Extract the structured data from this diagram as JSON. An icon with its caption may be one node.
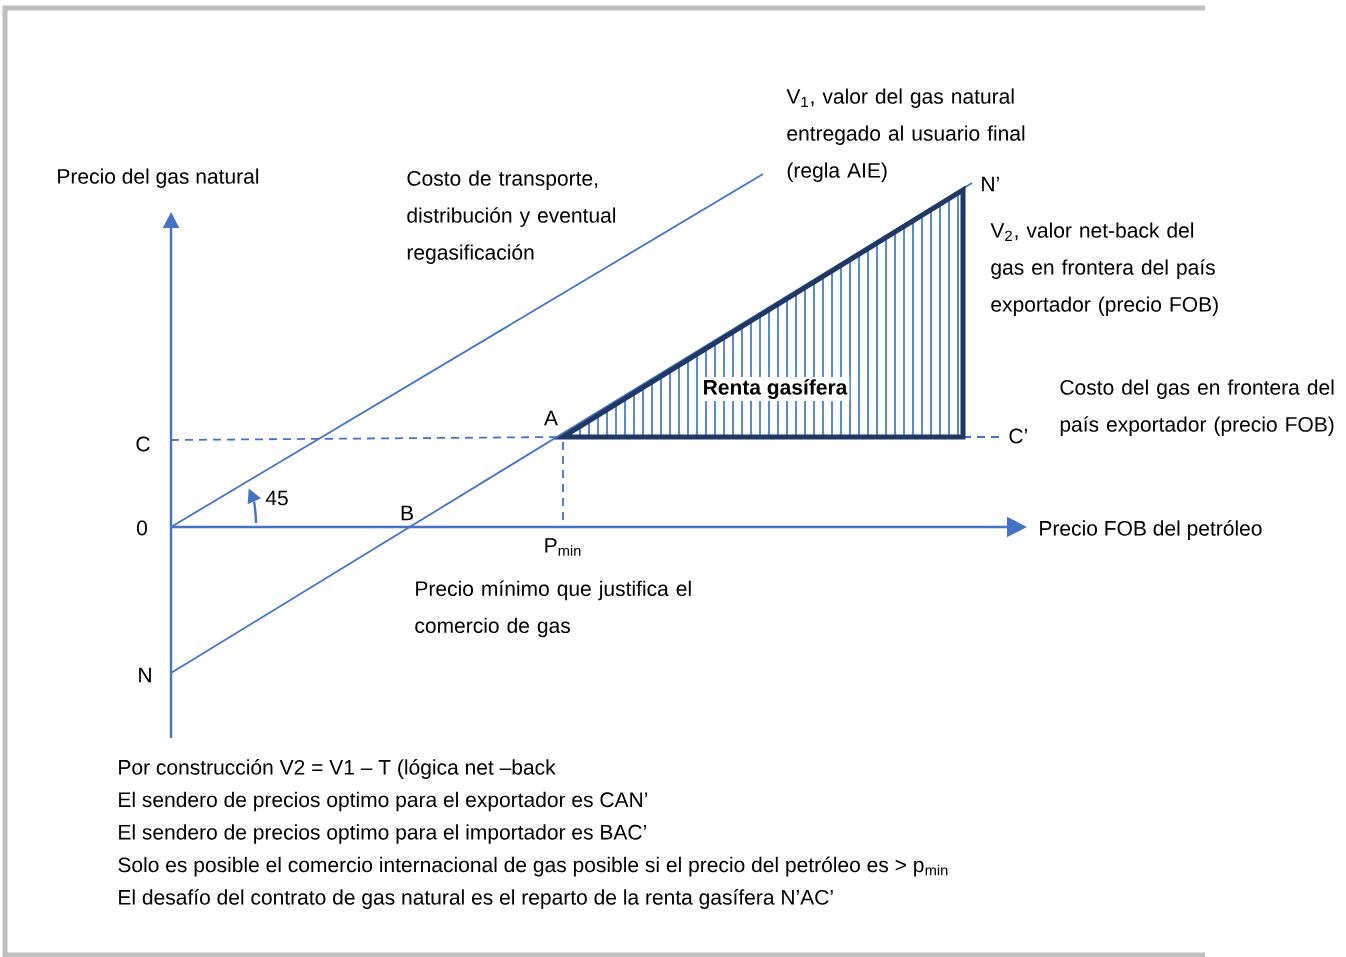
{
  "diagram": {
    "nodes": [
      {
        "text": [
          "Renta gasífera"
        ]
      }
    ],
    "labels": [
      "V$_{1}$, valor del gas natural entregado al usuario final (regla AIE)",
      "Precio del gas natural",
      "Costo de transporte, distribución y eventual regasificación",
      "N’",
      "V$_{2}$, valor net-back del gas en frontera del país exportador (precio FOB)",
      "Costo del gas en frontera del país exportador (precio FOB)",
      "A",
      "C",
      "C’",
      "45",
      "0",
      "B",
      "Precio FOB del petróleo",
      "P$_{min}$",
      "Precio mínimo que justifica el comercio de gas",
      "N",
      "Por construcción V2 = V1 – T (lógica net –back",
      "El sendero de precios optimo para el exportador es CAN’",
      "El sendero de precios optimo para el importador es BAC’",
      "Solo es posible el comercio internacional de gas posible si el precio del petróleo es > p$_{min}$",
      "El desafío del contrato de gas natural es el reparto de la renta gasífera N’AC’"
    ]
  }
}
